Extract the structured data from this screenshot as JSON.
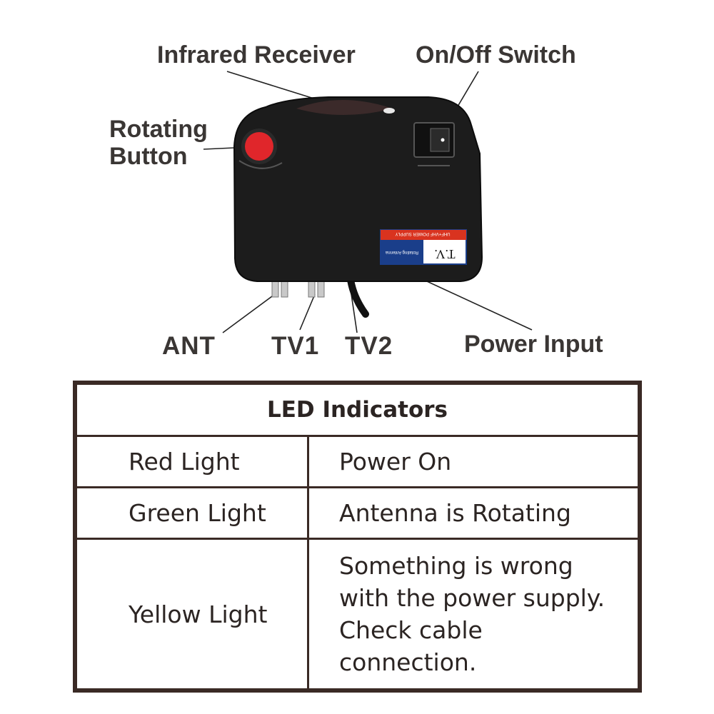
{
  "callouts": {
    "infrared_receiver": "Infrared Receiver",
    "on_off_switch": "On/Off Switch",
    "rotating_button_line1": "Rotating",
    "rotating_button_line2": "Button",
    "ant": "ANT",
    "tv1": "TV1",
    "tv2": "TV2",
    "power_input": "Power Input"
  },
  "device": {
    "label_sticker_top": "UHF+VHF POWER SUPPLY",
    "label_sticker_main": "T.V.",
    "label_sticker_sub": "Rotating Antenna",
    "body_color": "#1c1c1c",
    "button_color": "#e0262b",
    "sticker_color": "#d9331f"
  },
  "table": {
    "title": "LED Indicators",
    "rows": [
      {
        "light": "Red Light",
        "meaning": "Power On"
      },
      {
        "light": "Green Light",
        "meaning": "Antenna is Rotating"
      },
      {
        "light": "Yellow Light",
        "meaning": "Something is wrong with the power supply. Check cable connection."
      }
    ]
  }
}
